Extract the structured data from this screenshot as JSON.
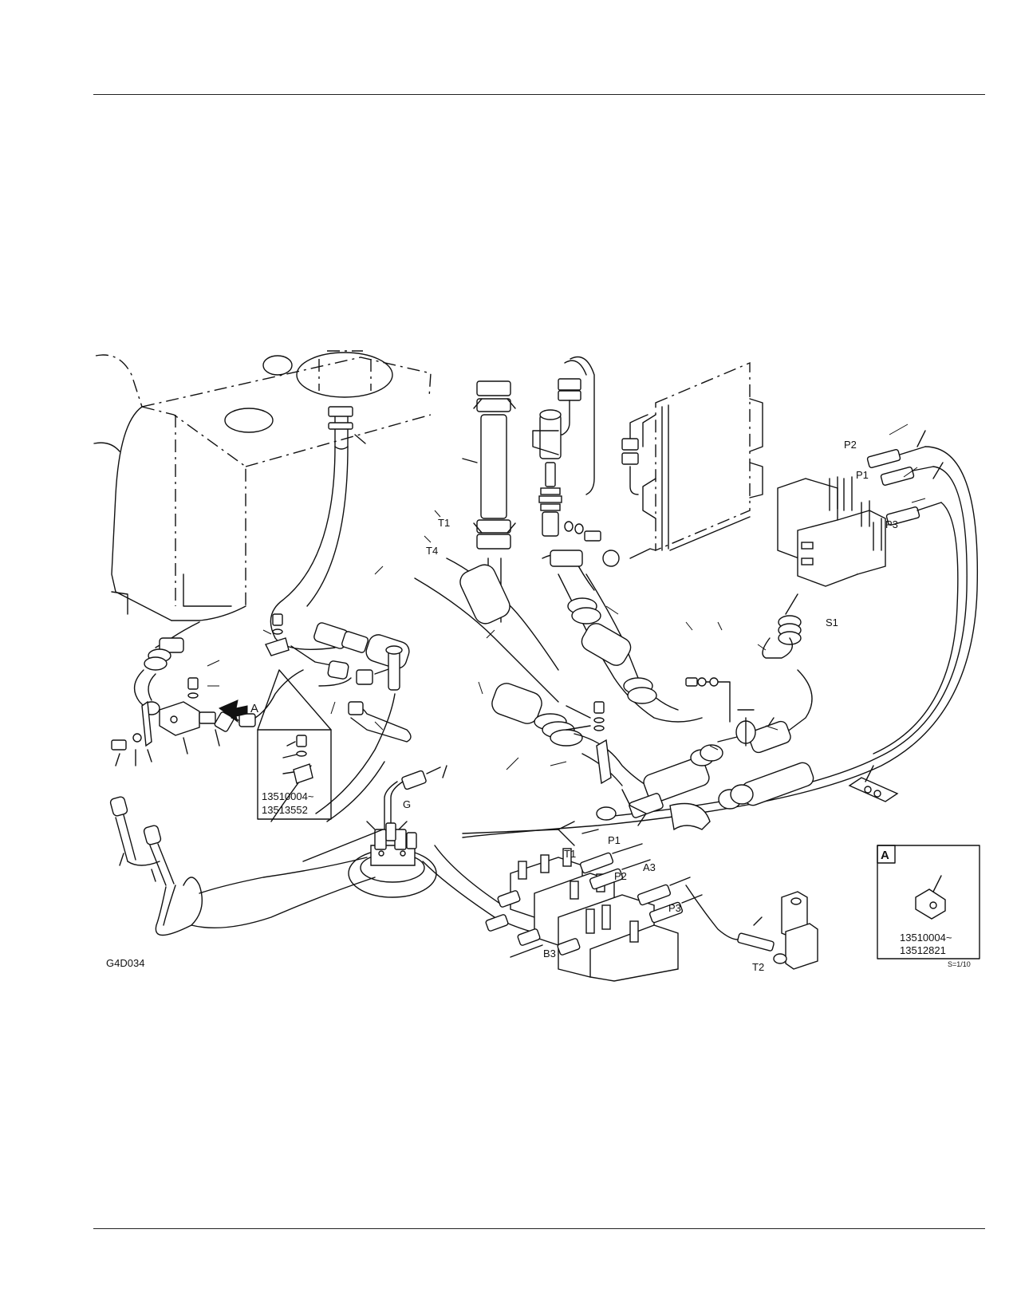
{
  "drawing": {
    "figure_id": "G4D034",
    "scale": "S=1/10",
    "detail_view_letter": "A"
  },
  "port_labels": {
    "right_valve": {
      "p2": "P2",
      "p1": "P1",
      "p3": "P3",
      "s1": "S1"
    },
    "tank_fittings": {
      "t1": "T1",
      "t4": "T4"
    },
    "lower_valve": {
      "p1": "P1",
      "t1": "T1",
      "p2": "P2",
      "a3": "A3",
      "p3": "P3",
      "b3": "B3"
    },
    "gauge": {
      "g": "G"
    },
    "solenoid": {
      "t2": "T2"
    }
  },
  "clamp_inset": {
    "serial_from": "13510004~",
    "serial_to": "13513552"
  },
  "detail_a_inset": {
    "letter": "A",
    "serial_from": "13510004~",
    "serial_to": "13512821"
  }
}
